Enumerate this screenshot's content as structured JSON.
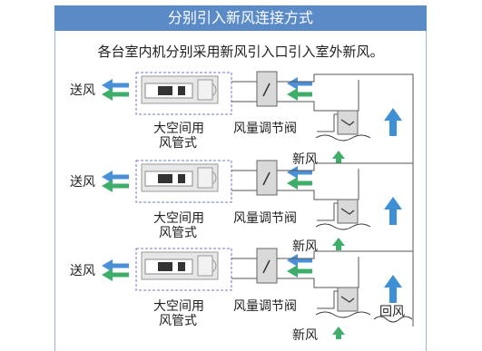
{
  "header": {
    "title": "分别引入新风连接方式",
    "subtitle": "各台室内机分别采用新风引入口引入室外新风。"
  },
  "labels": {
    "supply_air": "送风",
    "unit_name_line1": "大空间用",
    "unit_name_line2": "风管式",
    "damper": "风量调节阀",
    "fresh_air": "新风",
    "return_air": "回风"
  },
  "colors": {
    "title_bg": "#5b8bc7",
    "arrow_blue": "#4a90d9",
    "arrow_green": "#3fae6a",
    "up_arrow": "#3d8fd6",
    "duct_line": "#555555",
    "dash_box": "#6c78c8"
  }
}
